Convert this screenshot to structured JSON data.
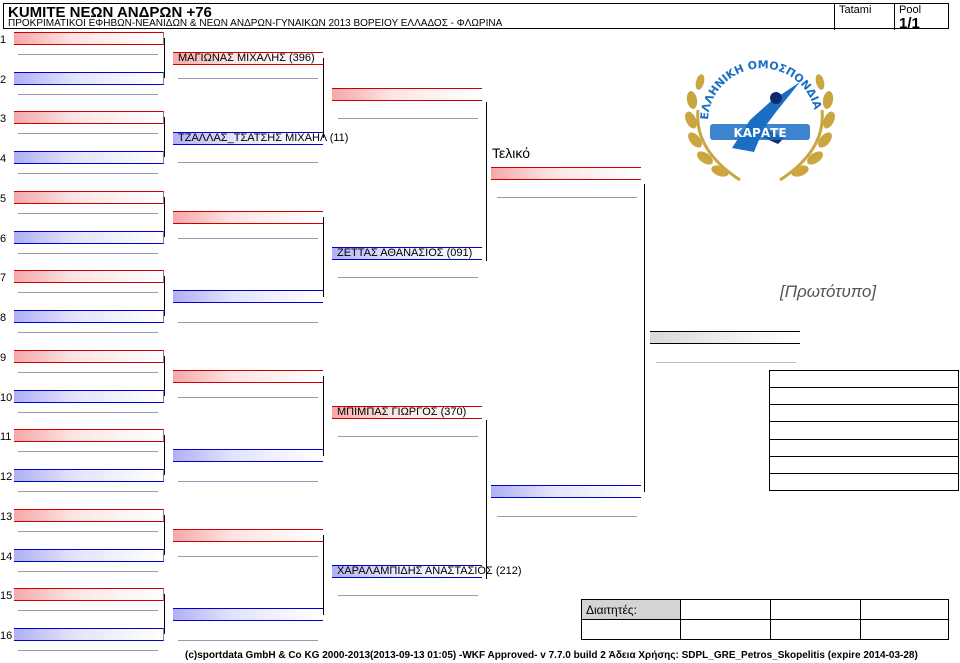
{
  "header": {
    "title": "KUMITE ΝΕΩΝ ΑΝΔΡΩΝ +76",
    "subtitle": "ΠΡΟΚΡΙΜΑΤΙΚΟΙ ΕΦΗΒΩΝ-ΝΕΑΝΙΔΩΝ & ΝΕΩΝ ΑΝΔΡΩΝ-ΓΥΝΑΙΚΩΝ 2013 ΒΟΡΕΙΟΥ ΕΛΛΑΔΟΣ - ΦΛΩΡΙΝΑ",
    "tatami_label": "Tatami",
    "tatami_value": "",
    "pool_label": "Pool",
    "pool_value": "1/1"
  },
  "rows": [
    "1",
    "2",
    "3",
    "4",
    "5",
    "6",
    "7",
    "8",
    "9",
    "10",
    "11",
    "12",
    "13",
    "14",
    "15",
    "16"
  ],
  "round2": [
    "ΜΑΓΙΩΝΑΣ ΜΙΧΑΛΗΣ (396)",
    "ΤΖΑΛΛΑΣ_ΤΣΑΤΣΗΣ ΜΙΧΑΗΛ (11)",
    "",
    "",
    "",
    "",
    "",
    ""
  ],
  "round3": [
    "",
    "ΖΕΤΤΑΣ ΑΘΑΝΑΣΙΟΣ (091)",
    "ΜΠΙΜΠΑΣ ΓΙΩΡΓΟΣ (370)",
    "ΧΑΡΑΛΑΜΠΙΔΗΣ ΑΝΑΣΤΑΣΙΟΣ (212)"
  ],
  "final_label": "Τελικό",
  "winner": "",
  "prototype_label": "[Πρωτότυπο]",
  "referees_label": "Διαιτητές:",
  "footer": "(c)sportdata GmbH & Co KG 2000-2013(2013-09-13 01:05) -WKF Approved- v 7.7.0 build 2 Άδεια Χρήσης: SDPL_GRE_Petros_Skopelitis (expire 2014-03-28)",
  "logo": {
    "text_top": "ΕΛΛΗΝΙΚΗ ΟΜΟΣΠΟΝΔΙΑ",
    "text_bottom": "ΚΑΡΑΤΕ",
    "colors": {
      "blue": "#1a6fc4",
      "gold": "#c9a640",
      "dark": "#0c2c6e"
    }
  }
}
